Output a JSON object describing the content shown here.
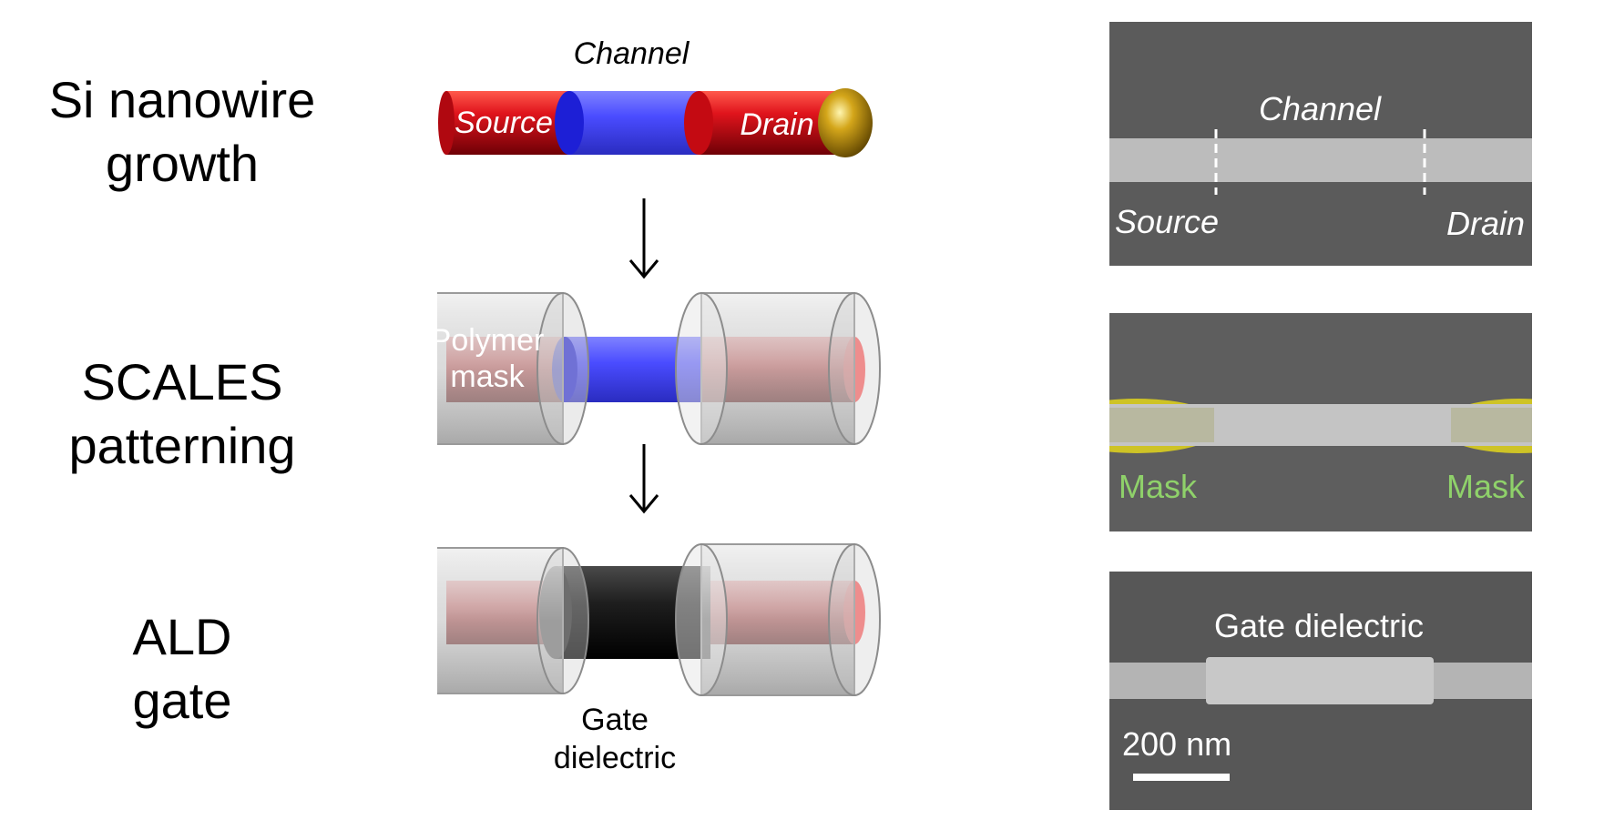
{
  "steps": [
    {
      "line1": "Si nanowire",
      "line2": "growth"
    },
    {
      "line1": "SCALES",
      "line2": "patterning"
    },
    {
      "line1": "ALD",
      "line2": "gate"
    }
  ],
  "schematic": {
    "channel_label": "Channel",
    "source_label": "Source",
    "drain_label": "Drain",
    "mask_line1": "Polymer",
    "mask_line2": "mask",
    "gate_line1": "Gate",
    "gate_line2": "dielectric"
  },
  "micrographs": {
    "top": {
      "channel": "Channel",
      "source": "Source",
      "drain": "Drain"
    },
    "middle": {
      "mask_left": "Mask",
      "mask_right": "Mask"
    },
    "bottom": {
      "label": "Gate dielectric",
      "scale_bar": "200 nm"
    }
  },
  "colors": {
    "doped": "#e0141c",
    "channel": "#4a4cff",
    "gold": "#d4a61a",
    "sem_background": "#5b5b5b",
    "mask_highlight": "#e2d51c",
    "mask_text": "#8fd16a",
    "dielectric": "#1e1e1e"
  }
}
